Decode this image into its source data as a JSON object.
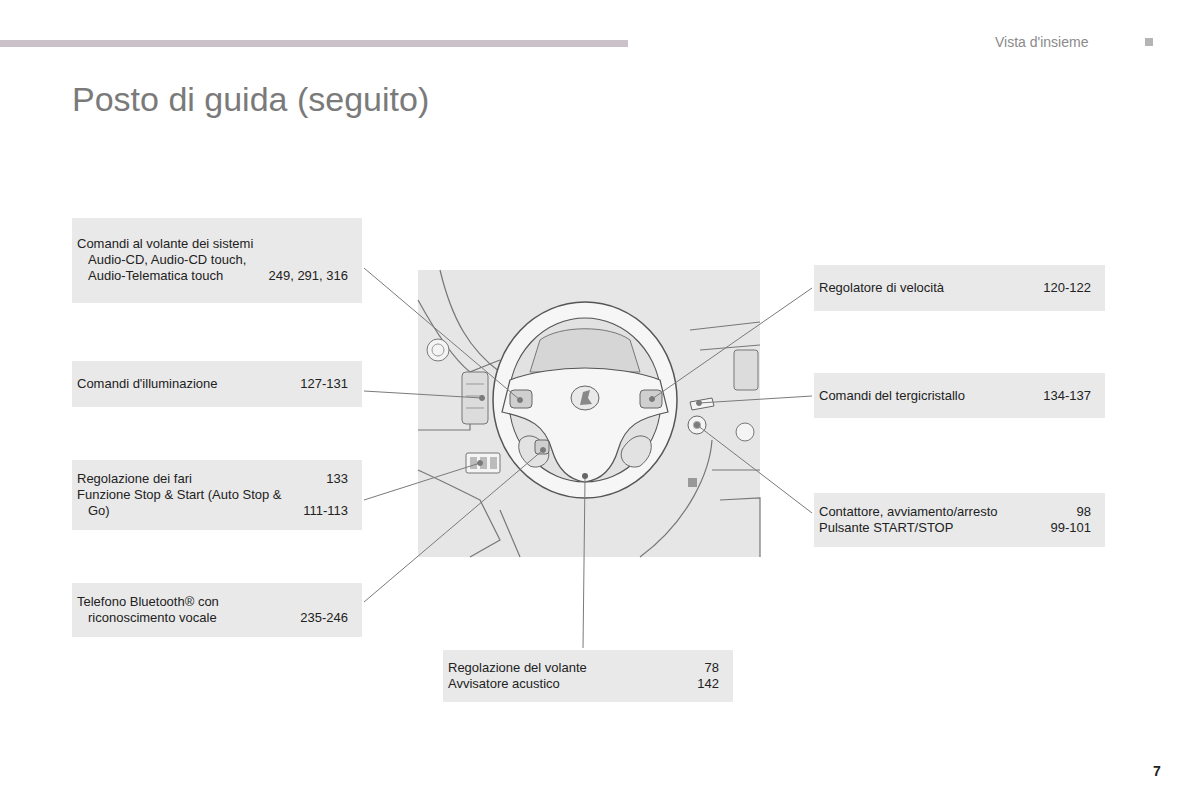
{
  "diagram": {
    "title": "Posto di guida (seguito)",
    "nodes": [
      {
        "text": [
          "Comandi al volante dei sistemi Audio-CD, Audio-CD touch, Audio-Telematica touch",
          "249, 291, 316"
        ]
      },
      {
        "text": [
          "Comandi d'illuminazione",
          "127-131"
        ]
      },
      {
        "text": [
          "Regolazione dei fari",
          "133",
          "Funzione Stop & Start (Auto Stop & Go)",
          "111-113"
        ]
      },
      {
        "text": [
          "Telefono Bluetooth® con riconoscimento vocale",
          "235-246"
        ]
      },
      {
        "text": [
          "Regolatore di velocità",
          "120-122"
        ]
      },
      {
        "text": [
          "Comandi del tergicristallo",
          "134-137"
        ]
      },
      {
        "text": [
          "Contattore, avviamento/arresto",
          "98",
          "Pulsante START/STOP",
          "99-101"
        ]
      },
      {
        "text": [
          "Regolazione del volante",
          "78",
          "Avvisatore acustico",
          "142"
        ]
      }
    ],
    "labels": [
      "Vista d'insieme",
      "7"
    ]
  }
}
